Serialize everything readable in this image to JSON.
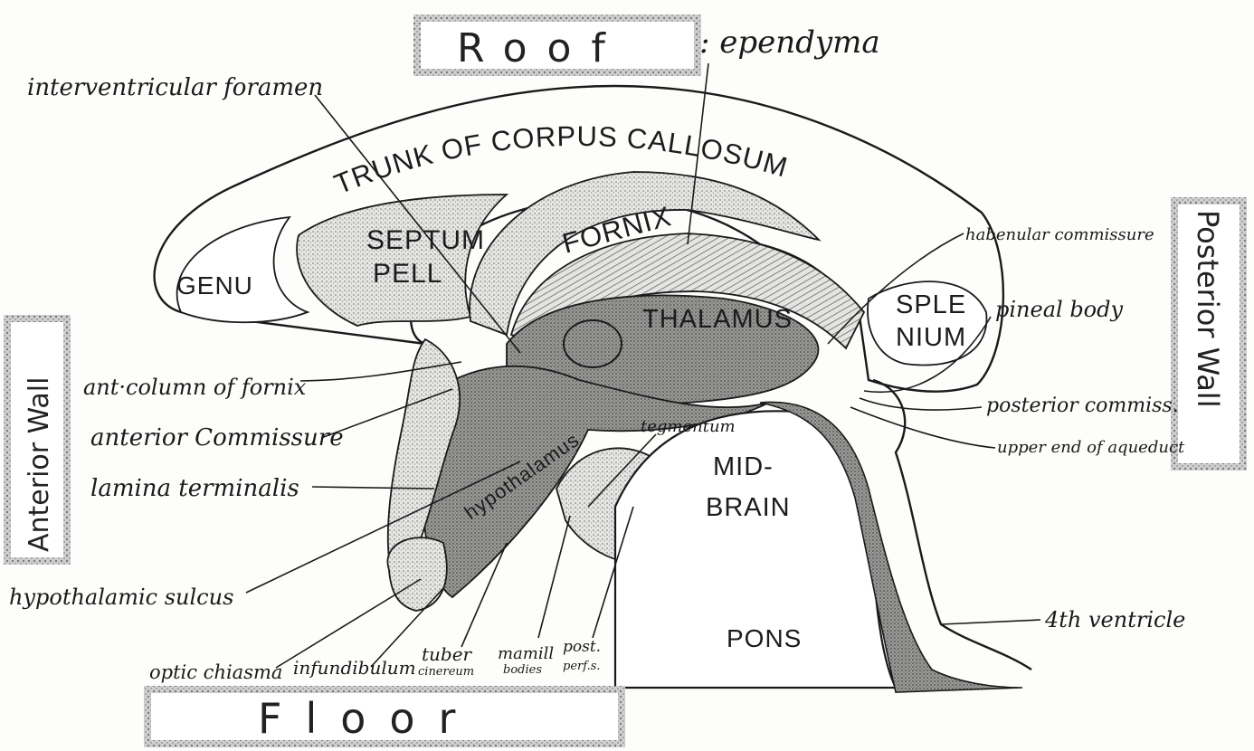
{
  "boxes": {
    "roof": "Roof",
    "floor": "Floor",
    "anterior_wall": "Anterior Wall",
    "posterior_wall": "Posterior Wall"
  },
  "roof_note": ": ependyma",
  "structures": {
    "trunk": "TRUNK OF CORPUS CALLOSUM",
    "septum_1": "SEPTUM",
    "septum_2": "PELL",
    "fornix": "FORNIX",
    "genu": "GENU",
    "thalamus": "THALAMUS",
    "splenium_1": "SPLE",
    "splenium_2": "NIUM",
    "hypothalamus": "hypothalamus",
    "tegmentum": "tegmentum",
    "midbrain_1": "MID-",
    "midbrain_2": "BRAIN",
    "pons": "PONS"
  },
  "labels": {
    "interventricular_foramen": "interventricular foramen",
    "ant_column_fornix": "ant·column of fornix",
    "anterior_commissure": "anterior Commissure",
    "lamina_terminalis": "lamina terminalis",
    "hypothalamic_sulcus": "hypothalamic sulcus",
    "habenular_commissure": "habenular commissure",
    "pineal_body": "pineal body",
    "posterior_commiss": "posterior commiss.",
    "upper_end_aqueduct": "upper end of aqueduct",
    "fourth_ventricle": "4th ventricle"
  },
  "floor_labels": {
    "optic_chiasma": "optic chiasma",
    "infundibulum": "infundibulum",
    "tuber_1": "tuber",
    "tuber_2": "cinereum",
    "mamill_1": "mamill",
    "mamill_2": "bodies",
    "post_1": "post.",
    "post_2": "perf.s."
  }
}
